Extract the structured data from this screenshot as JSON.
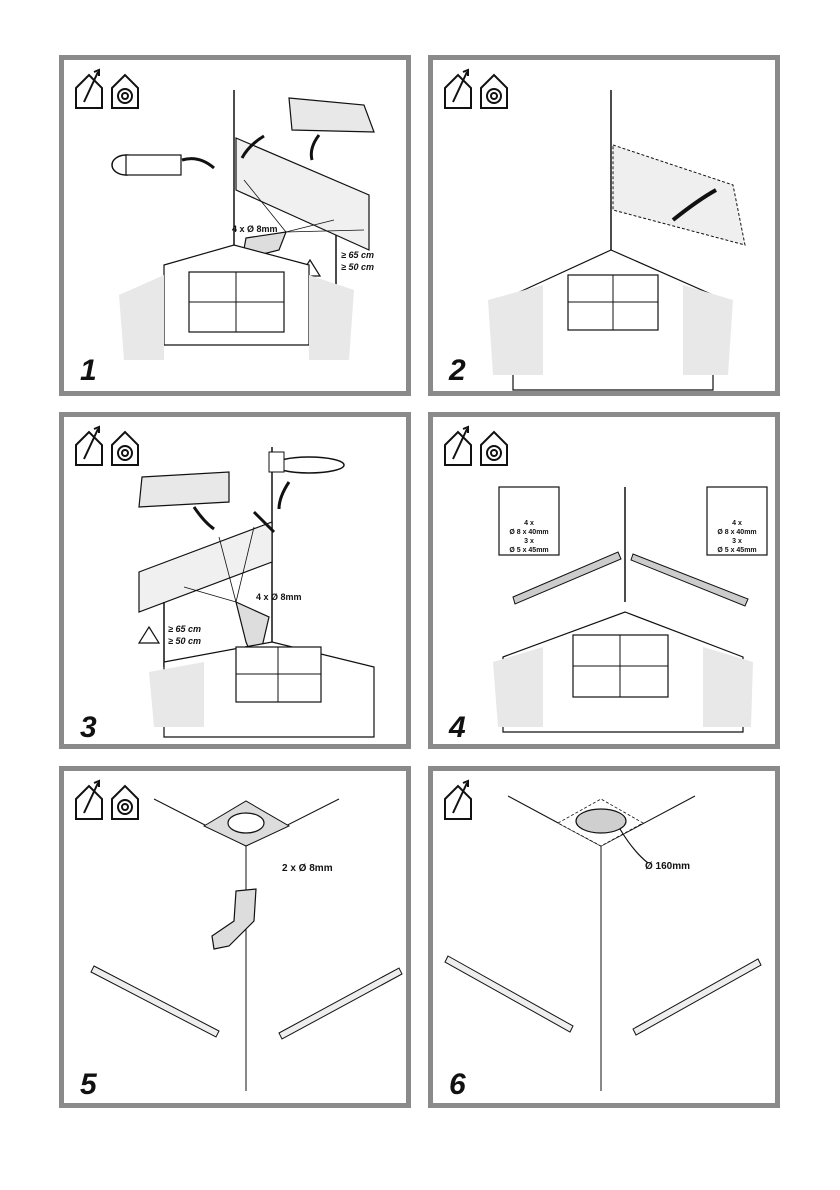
{
  "icons": {
    "house_vent": "house-arrow-icon",
    "house_recirc": "house-recirculation-icon",
    "warning": "warning-triangle-icon"
  },
  "colors": {
    "frame": "#8a8a8a",
    "fill_grey": "#e8e8e8",
    "line": "#111111"
  },
  "steps": [
    {
      "number": "1",
      "drill_label": "4 x Ø 8mm",
      "height_electric": "≥ 65 cm",
      "height_gas": "≥ 50 cm"
    },
    {
      "number": "2"
    },
    {
      "number": "3",
      "drill_label": "4 x Ø 8mm",
      "height_electric": "≥ 65 cm",
      "height_gas": "≥ 50 cm"
    },
    {
      "number": "4",
      "fixing_left": {
        "plugs": "4 x",
        "plug_size": "Ø 8 x 40mm",
        "screws": "3 x",
        "screw_size": "Ø 5 x 45mm"
      },
      "fixing_right": {
        "plugs": "4 x",
        "plug_size": "Ø 8 x 40mm",
        "screws": "3 x",
        "screw_size": "Ø 5 x 45mm"
      }
    },
    {
      "number": "5",
      "drill_label": "2 x Ø 8mm"
    },
    {
      "number": "6",
      "hole_label": "Ø 160mm"
    }
  ]
}
